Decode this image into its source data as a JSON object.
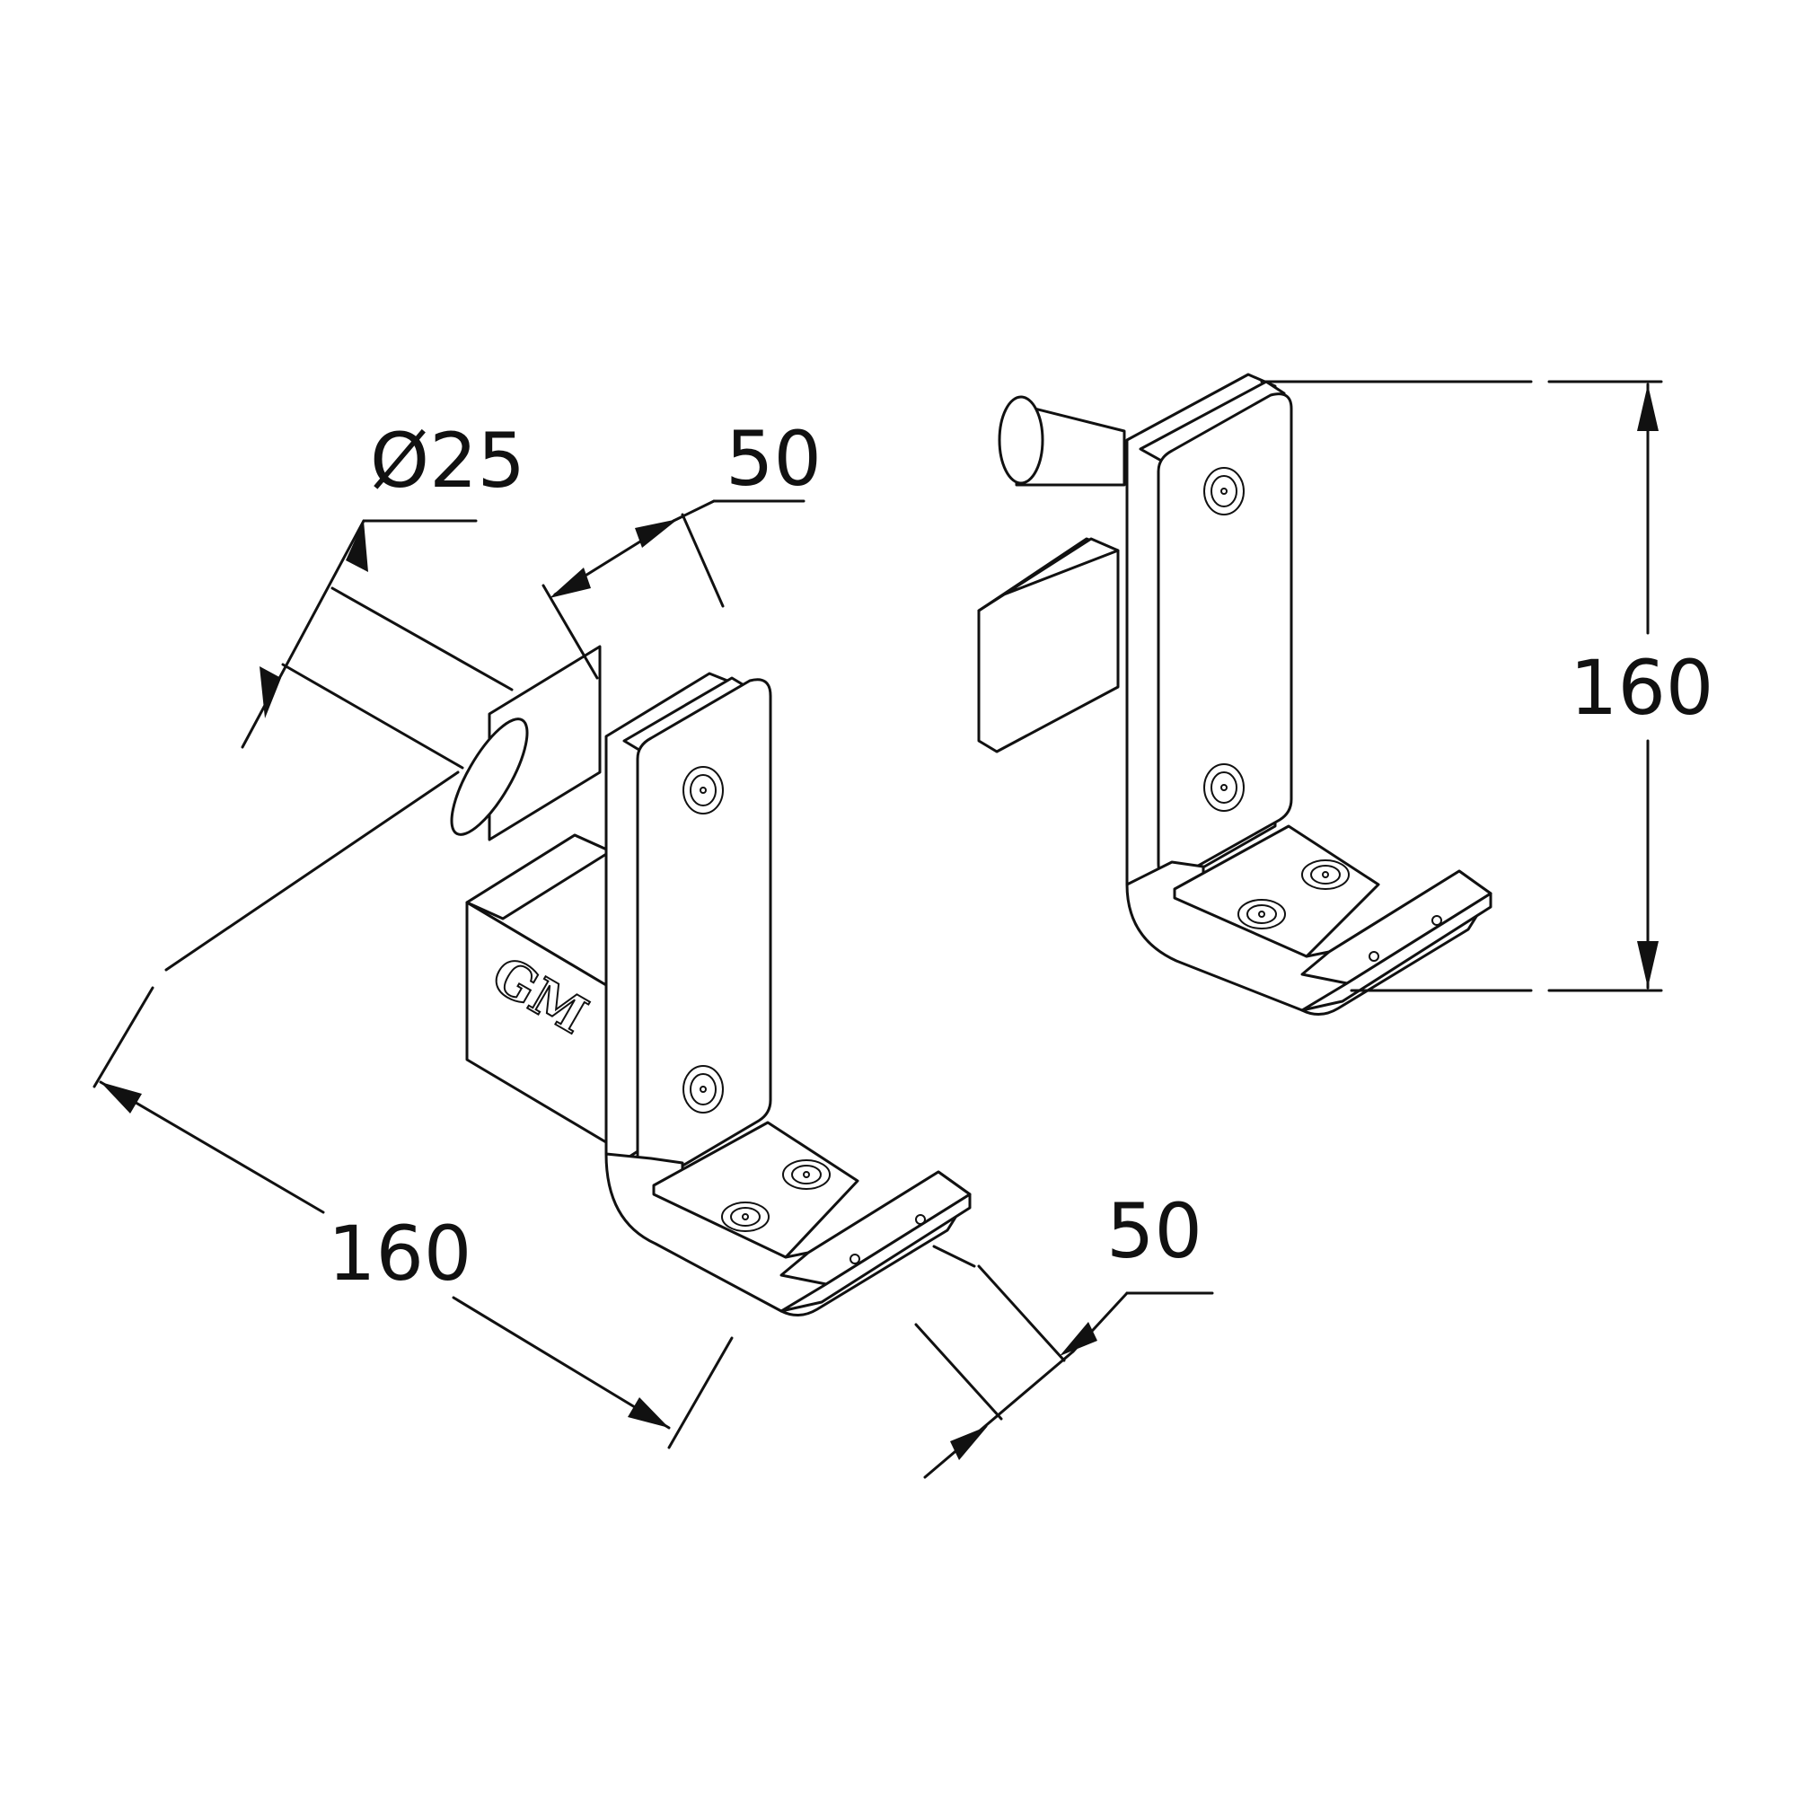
{
  "dimensions": {
    "diameter": "Ø25",
    "width_top": "50",
    "length": "160",
    "width_bottom": "50",
    "height": "160"
  },
  "logo": "GM",
  "colors": {
    "line": "#111111",
    "background": "#ffffff"
  }
}
